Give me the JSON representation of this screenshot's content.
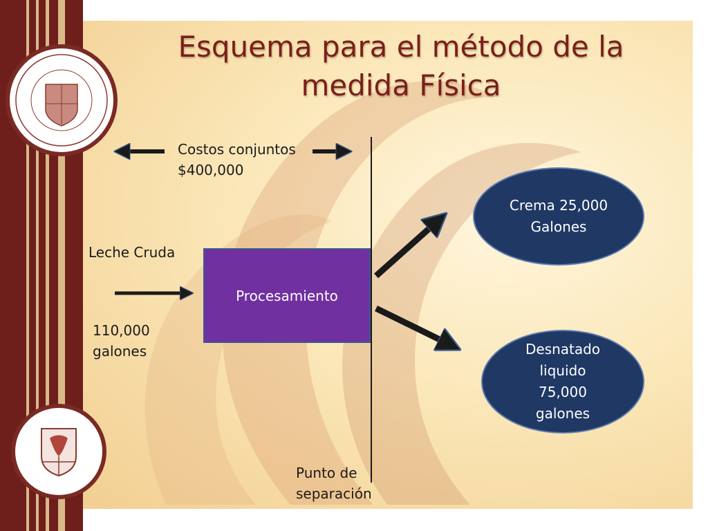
{
  "slide": {
    "title_line1": "Esquema para el método de la",
    "title_line2": "medida Física"
  },
  "diagram": {
    "joint_costs_line1": "Costos conjuntos",
    "joint_costs_line2": "$400,000",
    "input_label": "Leche Cruda",
    "input_qty_line1": "110,000",
    "input_qty_line2": "galones",
    "process_label": "Procesamiento",
    "split_point_line1": "Punto de",
    "split_point_line2": "separación",
    "product1_line1": "Crema 25,000",
    "product1_line2": "Galones",
    "product2_line1": "Desnatado",
    "product2_line2": "liquido",
    "product2_line3": "75,000",
    "product2_line4": "galones"
  },
  "colors": {
    "sidebar": "#6e1f1b",
    "title": "#7b1f18",
    "process_box": "#7030a0",
    "product_ellipse": "#1f3864"
  },
  "icons": {
    "top_seal": "university-seal-icon",
    "bottom_seal": "icea-crest-icon"
  }
}
